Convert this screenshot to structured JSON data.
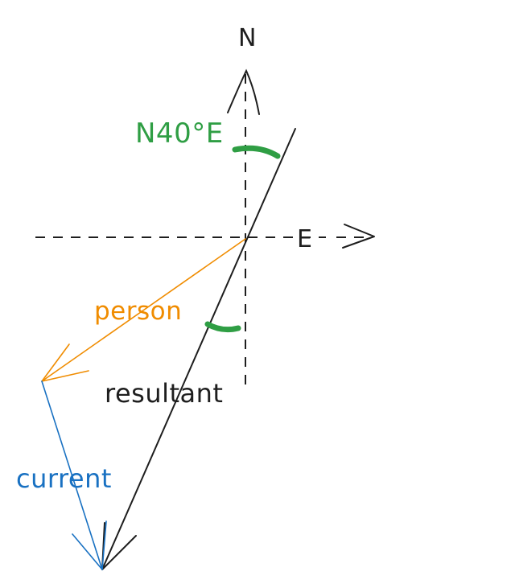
{
  "diagram": {
    "labels": {
      "north": "N",
      "east": "E",
      "bearing": "N40°E",
      "person": "person",
      "resultant": "resultant",
      "current": "current"
    },
    "colors": {
      "axes": "#1e1e1e",
      "resultant": "#1e1e1e",
      "person": "#f08c00",
      "current": "#1971c2",
      "angle_marks": "#2f9e44",
      "bearing_label": "#2f9e44"
    }
  }
}
